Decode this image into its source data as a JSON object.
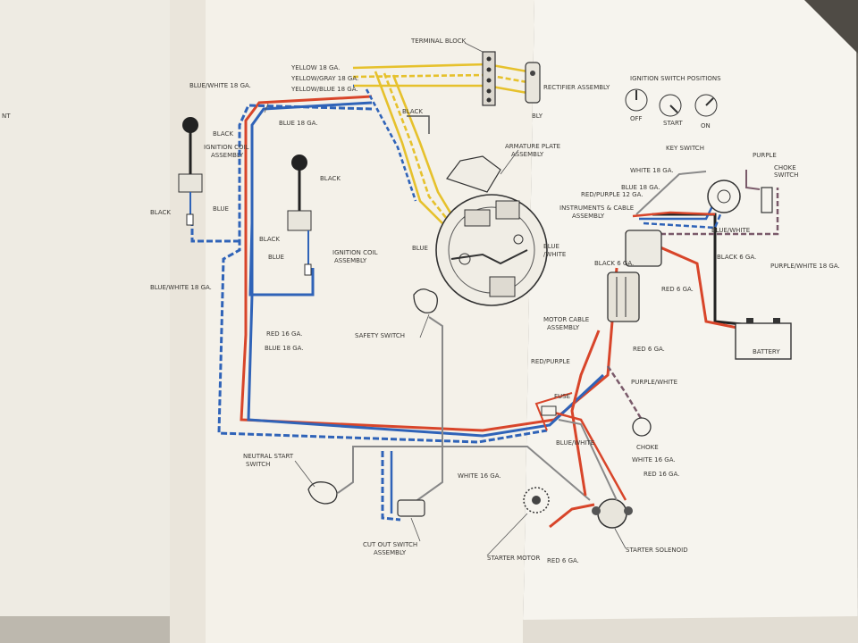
{
  "colors": {
    "red": "#d8452a",
    "blue": "#2f63b8",
    "yellow": "#e6c12c",
    "black": "#222222",
    "purple": "#7a5a6a",
    "gray": "#8a8a8a",
    "paper": "#f3f0e8",
    "paper_shade": "#e7e2d8"
  },
  "edge_text": {
    "left_fragment": "NT"
  },
  "labels": {
    "terminal_block": "TERMINAL BLOCK",
    "yellow_18": "YELLOW 18 GA.",
    "yellow_gray_18": "YELLOW/GRAY 18 GA.",
    "yellow_blue_18": "YELLOW/BLUE 18 GA.",
    "rectifier_assembly": "RECTIFIER ASSEMBLY",
    "rectifier_suffix": "BLY",
    "blue_white_18_top": "BLUE/WHITE 18 GA.",
    "blue_18_top": "BLUE 18 GA.",
    "black_top": "BLACK",
    "armature_plate_assembly_1": "ARMATURE PLATE",
    "armature_plate_assembly_2": "ASSEMBLY",
    "black_coil1": "BLACK",
    "ignition_coil_assembly_1_l1": "IGNITION COIL",
    "ignition_coil_assembly_1_l2": "ASSEMBLY",
    "black_coil1_bottom": "BLACK",
    "blue_coil1": "BLUE",
    "black_coil2": "BLACK",
    "black_coil2_bottom": "BLACK",
    "ignition_coil_assembly_2_l1": "IGNITION COIL",
    "ignition_coil_assembly_2_l2": "ASSEMBLY",
    "blue_coil2": "BLUE",
    "blue_armature": "BLUE",
    "blue_white_armature_1": "BLUE",
    "blue_white_armature_2": "/WHITE",
    "blue_white_18_left": "BLUE/WHITE 18 GA.",
    "red_16": "RED 16 GA.",
    "blue_18_mid": "BLUE 18 GA.",
    "safety_switch": "SAFETY SWITCH",
    "neutral_start_switch_1": "NEUTRAL START",
    "neutral_start_switch_2": "SWITCH",
    "white_16_bottom": "WHITE 16 GA.",
    "cut_out_switch_1": "CUT OUT SWITCH",
    "cut_out_switch_2": "ASSEMBLY",
    "starter_motor": "STARTER MOTOR",
    "red_6_bottom": "RED 6 GA.",
    "starter_solenoid": "STARTER SOLENOID",
    "ignition_switch_positions_1": "IGNITION SWITCH POSITIONS",
    "pos_off": "OFF",
    "pos_start": "START",
    "pos_on": "ON",
    "key_switch": "KEY SWITCH",
    "purple": "PURPLE",
    "white_18": "WHITE 18 GA.",
    "blue_18_right": "BLUE 18 GA.",
    "choke_switch_1": "CHOKE",
    "choke_switch_2": "SWITCH",
    "red_purple_12": "RED/PURPLE 12 GA.",
    "instruments_cable_1": "INSTRUMENTS & CABLE",
    "instruments_cable_2": "ASSEMBLY",
    "blue_white_right": "BLUE/WHITE",
    "black_6": "BLACK 6 GA.",
    "purple_white_6": "PURPLE/WHITE 18 GA.",
    "black_6_left": "BLACK 6 GA.",
    "red_6_right": "RED 6 GA.",
    "motor_cable_1": "MOTOR CABLE",
    "motor_cable_2": "ASSEMBLY",
    "battery": "BATTERY",
    "red_6_mid": "RED 6 GA.",
    "red_purple": "RED/PURPLE",
    "fuse": "FUSE",
    "purple_white": "PURPLE/WHITE",
    "blue_white_bottom": "BLUE/WHITE",
    "choke": "CHOKE",
    "white_16_right": "WHITE 16 GA.",
    "red_16_right": "RED 16 GA."
  }
}
